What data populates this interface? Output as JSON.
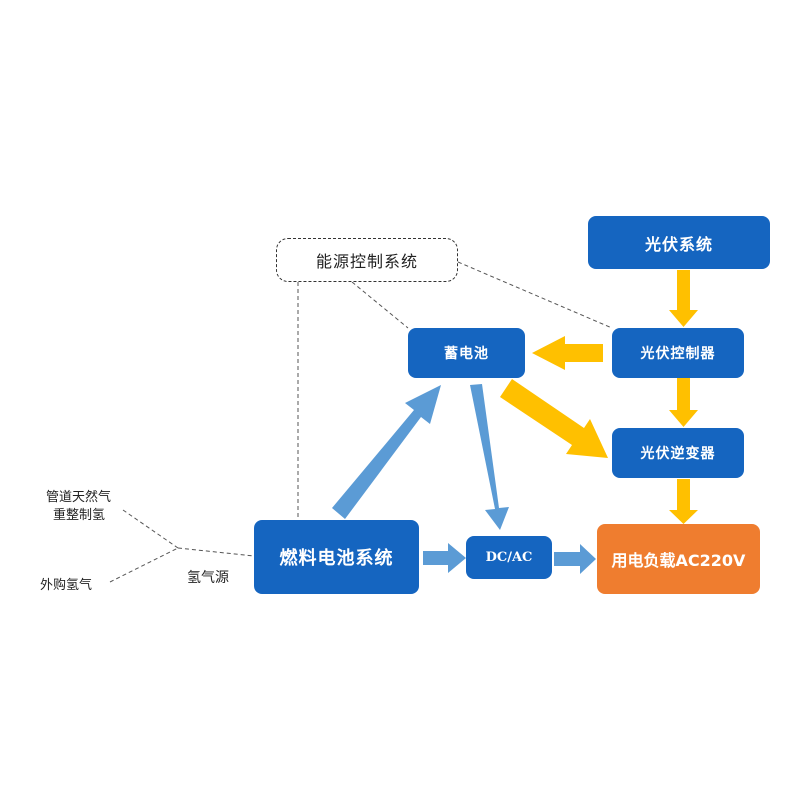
{
  "nodes": {
    "energy_control": "能源控制系统",
    "pv_system": "光伏系统",
    "battery": "蓄电池",
    "pv_controller": "光伏控制器",
    "pv_inverter": "光伏逆变器",
    "fuel_cell": "燃料电池系统",
    "dcac": "DC/AC",
    "load": "用电负载AC220V"
  },
  "labels": {
    "pipeline_gas_line1": "管道天然气",
    "pipeline_gas_line2": "重整制氢",
    "purchased_h2": "外购氢气",
    "h2_source": "氢气源"
  },
  "colors": {
    "node_blue": "#1565c0",
    "node_orange": "#ef7d2f",
    "arrow_blue": "#5b9bd5",
    "arrow_yellow": "#ffc000"
  }
}
